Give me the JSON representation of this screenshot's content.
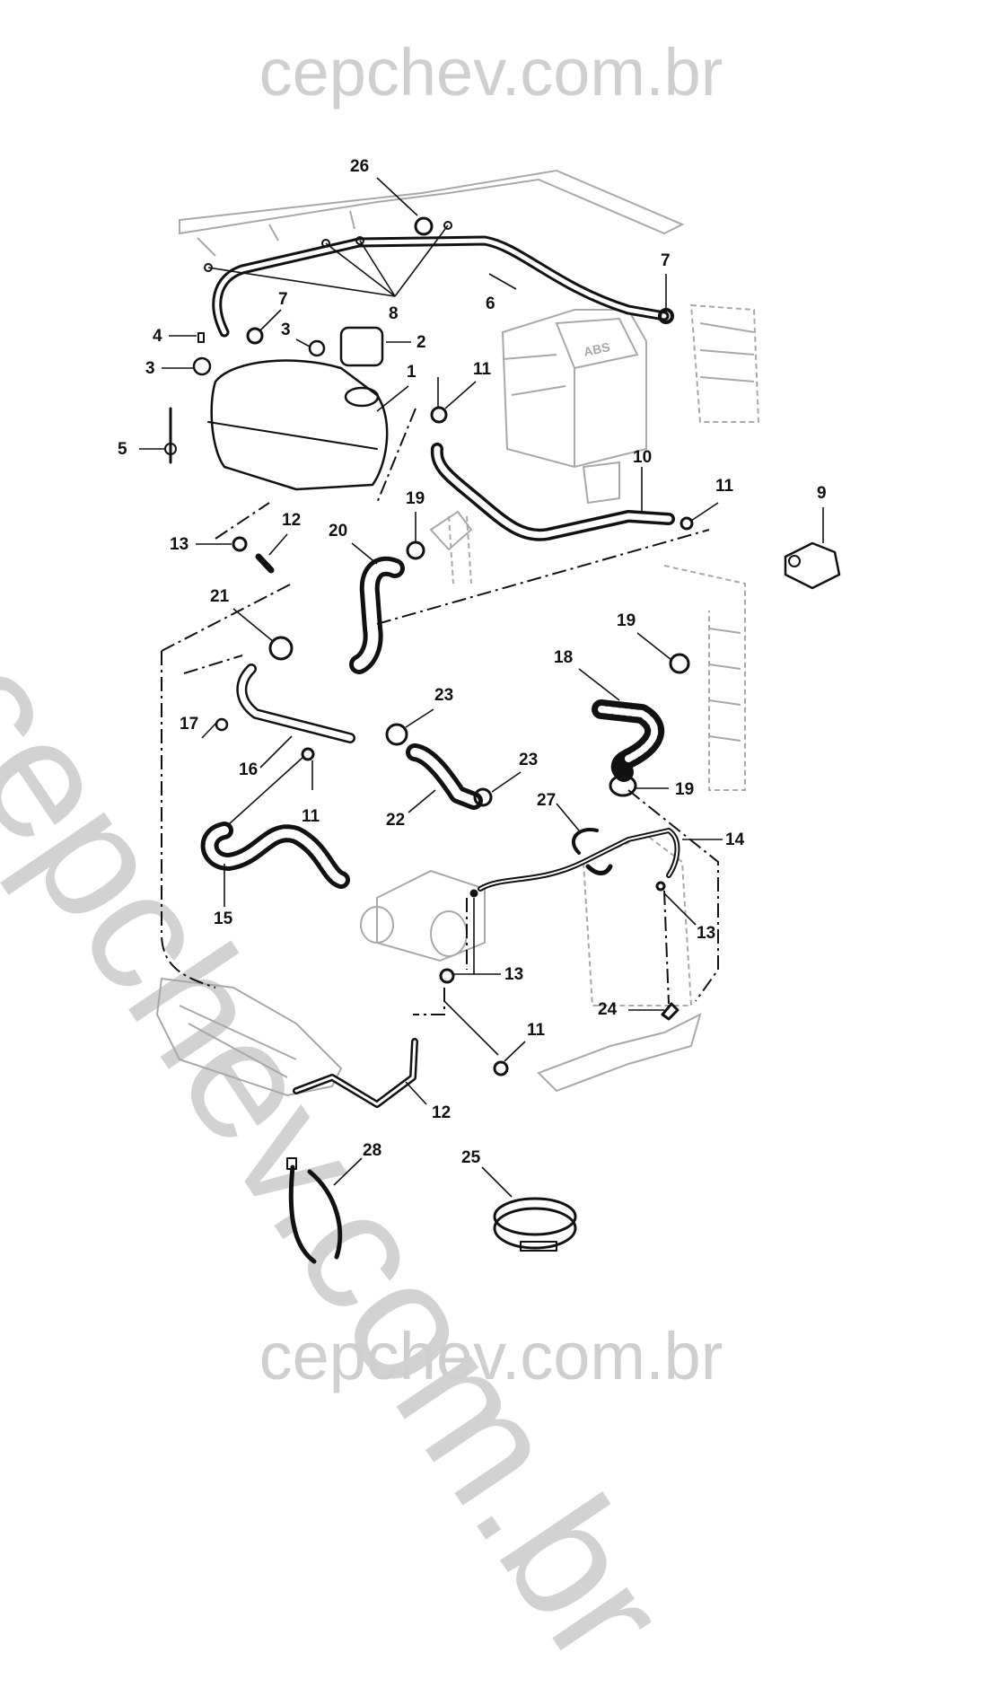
{
  "watermark": {
    "top": "cepchev.com.br",
    "diagonal": "cepchev.com.br",
    "bottom": "cepchev.com.br"
  },
  "diagram": {
    "title": "Coolant system hoses and reservoir exploded view",
    "background_labels": [
      "ABS"
    ],
    "callouts": [
      {
        "id": "26",
        "text": "26",
        "part": "clip"
      },
      {
        "id": "8",
        "text": "8",
        "part": "hose clips"
      },
      {
        "id": "7a",
        "text": "7",
        "part": "clamp"
      },
      {
        "id": "7b",
        "text": "7",
        "part": "clamp"
      },
      {
        "id": "6",
        "text": "6",
        "part": "radiator vent hose"
      },
      {
        "id": "4",
        "text": "4",
        "part": "stud"
      },
      {
        "id": "3a",
        "text": "3",
        "part": "nut"
      },
      {
        "id": "3b",
        "text": "3",
        "part": "nut"
      },
      {
        "id": "2",
        "text": "2",
        "part": "reservoir cap"
      },
      {
        "id": "1",
        "text": "1",
        "part": "coolant reservoir"
      },
      {
        "id": "5",
        "text": "5",
        "part": "bolt"
      },
      {
        "id": "11a",
        "text": "11",
        "part": "clamp"
      },
      {
        "id": "10",
        "text": "10",
        "part": "heater hose"
      },
      {
        "id": "11b",
        "text": "11",
        "part": "clamp"
      },
      {
        "id": "9",
        "text": "9",
        "part": "bracket"
      },
      {
        "id": "13a",
        "text": "13",
        "part": "clamp"
      },
      {
        "id": "12a",
        "text": "12",
        "part": "hose"
      },
      {
        "id": "20",
        "text": "20",
        "part": "radiator inlet hose"
      },
      {
        "id": "19a",
        "text": "19",
        "part": "clamp"
      },
      {
        "id": "21",
        "text": "21",
        "part": "clamp"
      },
      {
        "id": "19b",
        "text": "19",
        "part": "clamp"
      },
      {
        "id": "18",
        "text": "18",
        "part": "radiator outlet hose"
      },
      {
        "id": "17",
        "text": "17",
        "part": "bolt"
      },
      {
        "id": "16",
        "text": "16",
        "part": "coolant pipe"
      },
      {
        "id": "23a",
        "text": "23",
        "part": "clamp"
      },
      {
        "id": "23b",
        "text": "23",
        "part": "clamp"
      },
      {
        "id": "11c",
        "text": "11",
        "part": "clamp"
      },
      {
        "id": "22",
        "text": "22",
        "part": "hose"
      },
      {
        "id": "19c",
        "text": "19",
        "part": "clamp"
      },
      {
        "id": "27",
        "text": "27",
        "part": "retainer"
      },
      {
        "id": "14",
        "text": "14",
        "part": "hose"
      },
      {
        "id": "15",
        "text": "15",
        "part": "heater return hose"
      },
      {
        "id": "13b",
        "text": "13",
        "part": "clamp"
      },
      {
        "id": "13c",
        "text": "13",
        "part": "clamp"
      },
      {
        "id": "24",
        "text": "24",
        "part": "connector"
      },
      {
        "id": "11d",
        "text": "11",
        "part": "clamp"
      },
      {
        "id": "12b",
        "text": "12",
        "part": "hose"
      },
      {
        "id": "28",
        "text": "28",
        "part": "cable tie"
      },
      {
        "id": "25",
        "text": "25",
        "part": "hose clamp"
      }
    ]
  }
}
